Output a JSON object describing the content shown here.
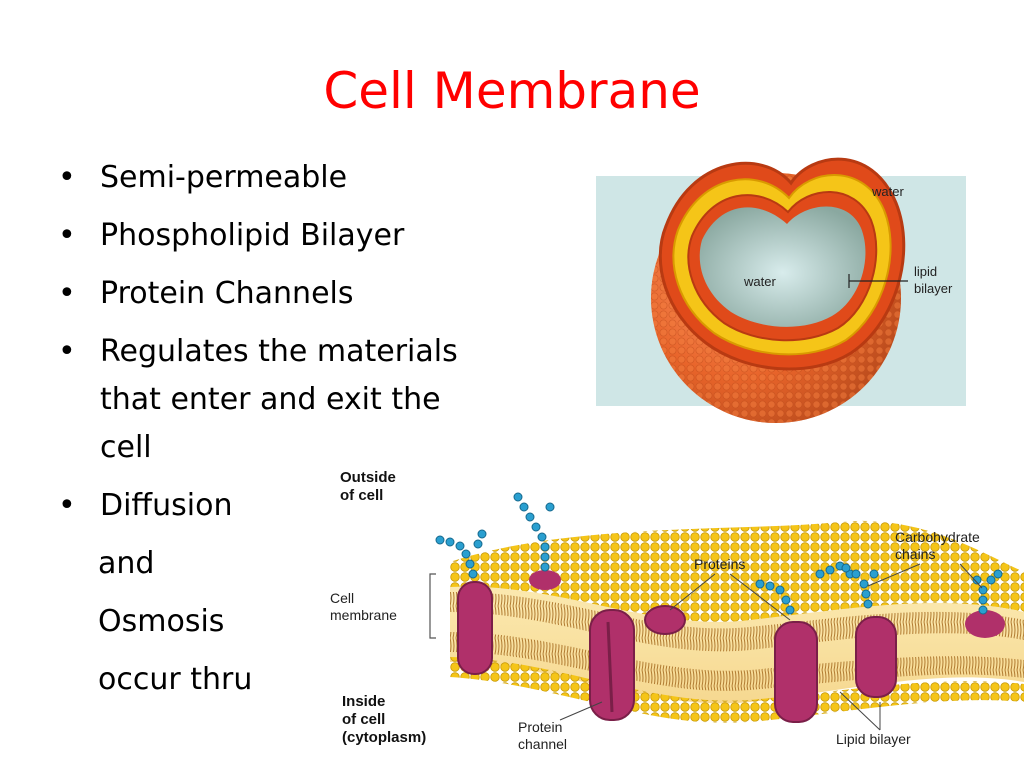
{
  "slide": {
    "title": "Cell Membrane",
    "bullets": [
      "Semi-permeable",
      "Phospholipid Bilayer",
      "Protein Channels",
      "Regulates the materials that enter and exit the cell",
      "Diffusion"
    ],
    "continuation": [
      "and",
      "Osmosis",
      "occur thru"
    ]
  },
  "figure_vesicle": {
    "label_water_outside": "water",
    "label_water_inside": "water",
    "label_lipid": "lipid",
    "label_bilayer": "bilayer"
  },
  "figure_membrane": {
    "outside_line1": "Outside",
    "outside_line2": "of cell",
    "membrane_line1": "Cell",
    "membrane_line2": "membrane",
    "inside_line1": "Inside",
    "inside_line2": "of cell",
    "inside_line3": "(cytoplasm)",
    "proteins": "Proteins",
    "carb_line1": "Carbohydrate",
    "carb_line2": "chains",
    "protein_channel_line1": "Protein",
    "protein_channel_line2": "channel",
    "lipid_bilayer": "Lipid bilayer"
  },
  "colors": {
    "title": "#ff0000",
    "lipid_head": "#f5c518",
    "lipid_orange": "#e8642a",
    "protein": "#b0306a",
    "carbohydrate": "#2a9fd0",
    "water": "#cfe6e6"
  }
}
